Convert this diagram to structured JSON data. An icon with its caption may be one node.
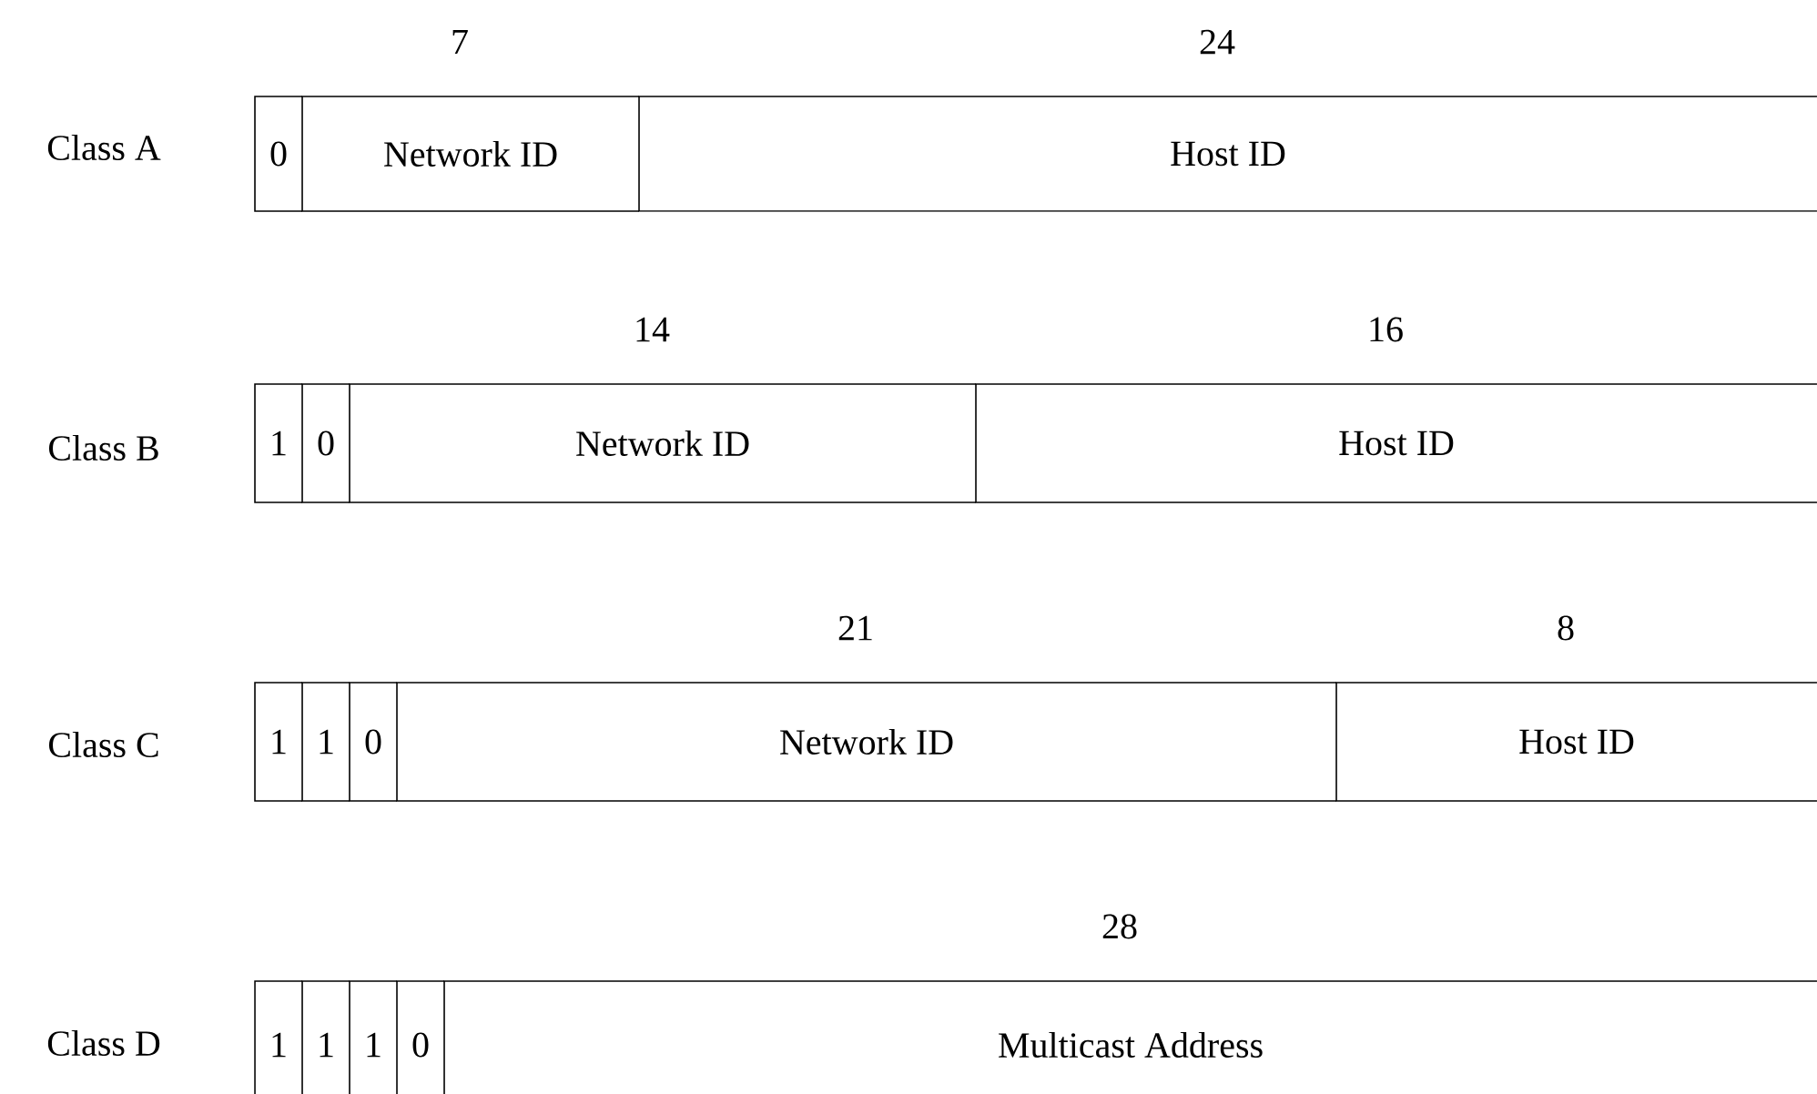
{
  "diagram": {
    "nodes": [
      {
        "text": [
          "0"
        ]
      },
      {
        "text": [
          "Network ID"
        ],
        "beside": [
          "7"
        ]
      },
      {
        "text": [
          "Host ID"
        ],
        "beside": [
          "24"
        ]
      },
      {
        "text": [
          "1"
        ]
      },
      {
        "text": [
          "0"
        ]
      },
      {
        "text": [
          "Network ID"
        ],
        "beside": [
          "14"
        ]
      },
      {
        "text": [
          "Host ID"
        ],
        "beside": [
          "16"
        ]
      },
      {
        "text": [
          "1"
        ]
      },
      {
        "text": [
          "1"
        ]
      },
      {
        "text": [
          "0"
        ]
      },
      {
        "text": [
          "Network ID"
        ],
        "beside": [
          "21"
        ]
      },
      {
        "text": [
          "Host ID"
        ],
        "beside": [
          "8"
        ]
      },
      {
        "text": [
          "1"
        ]
      },
      {
        "text": [
          "1"
        ]
      },
      {
        "text": [
          "1"
        ]
      },
      {
        "text": [
          "0"
        ]
      },
      {
        "text": [
          "Multicast Address"
        ],
        "beside": [
          "28"
        ]
      }
    ],
    "labels": [
      "Class A",
      "Class B",
      "Class C",
      "Class D"
    ]
  }
}
